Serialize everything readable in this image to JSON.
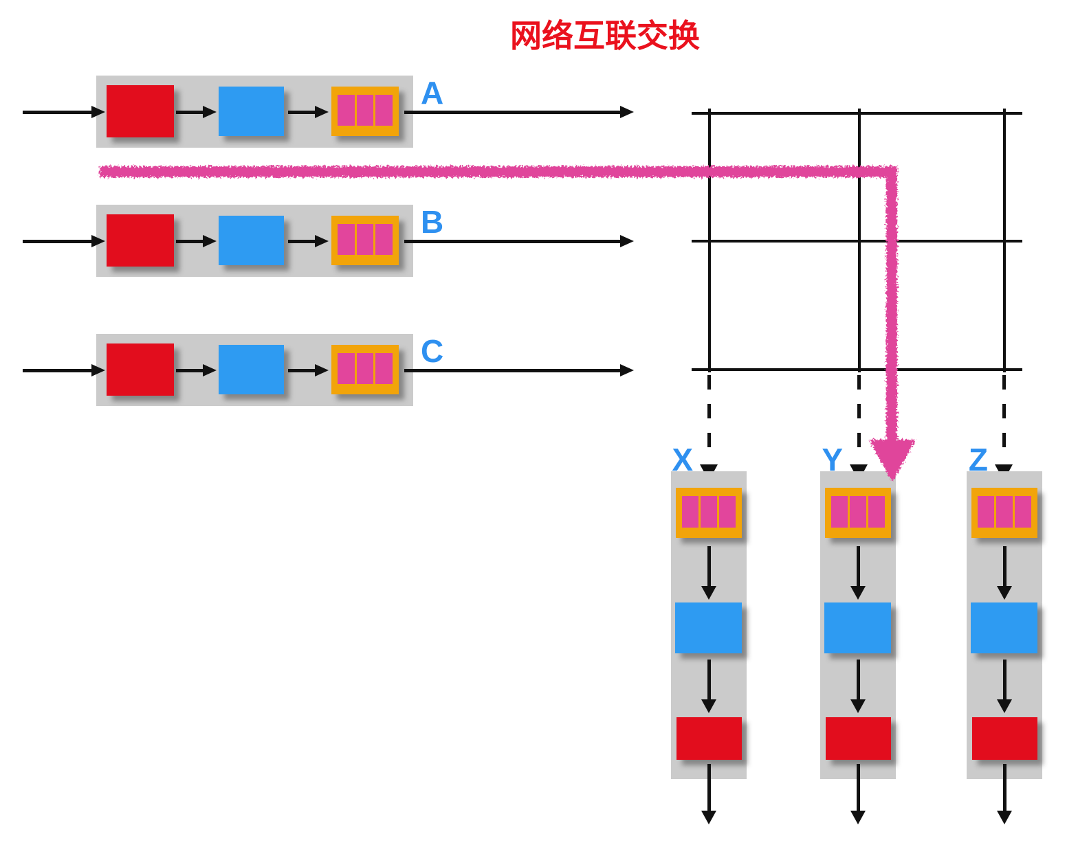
{
  "title": {
    "text": "网络互联交换"
  },
  "rows": [
    {
      "label": "A"
    },
    {
      "label": "B"
    },
    {
      "label": "C"
    }
  ],
  "columns": [
    {
      "label": "X"
    },
    {
      "label": "Y"
    },
    {
      "label": "Z"
    }
  ],
  "colors": {
    "title_red": "#EA111D",
    "label_blue": "#2E90F0",
    "box_red": "#E20D1D",
    "box_blue": "#2E9BF2",
    "queue_orange": "#F2A40A",
    "queue_slot_pink": "#E2459C",
    "crayon_pink": "#E0459B",
    "bar_gray": "#CBCBCB",
    "line_black": "#111111"
  }
}
